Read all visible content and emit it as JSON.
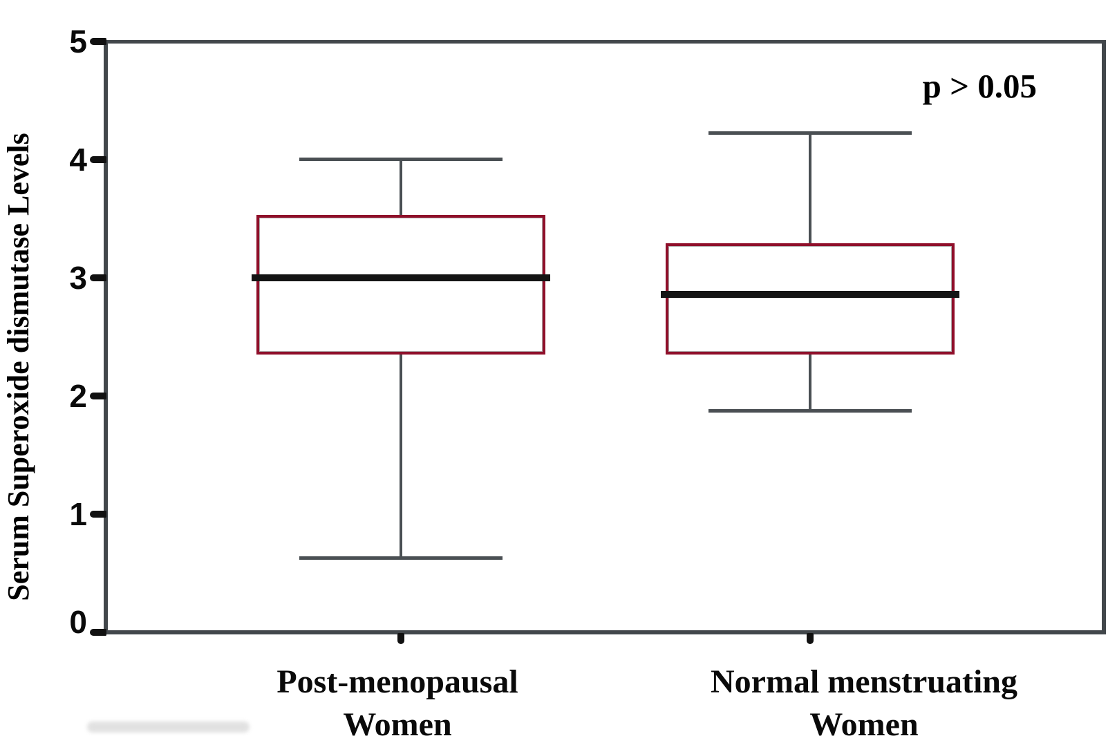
{
  "figure": {
    "p_annotation": "p > 0.05",
    "y_axis_title": "Serum Superoxide dismutase Levels"
  },
  "chart_data": {
    "type": "boxplot",
    "title": "",
    "xlabel": "",
    "ylabel": "Serum Superoxide dismutase Levels",
    "ylim": [
      0,
      5
    ],
    "yticks": [
      0,
      1,
      2,
      3,
      4,
      5
    ],
    "grid": false,
    "annotation": "p > 0.05",
    "annotation_position": "top-right",
    "categories": [
      "Post-menopausal Women",
      "Normal menstruating Women"
    ],
    "category_label_lines": [
      [
        "Post-menopausal",
        "Women"
      ],
      [
        "Normal menstruating",
        "Women"
      ]
    ],
    "series": [
      {
        "name": "Post-menopausal Women",
        "whisker_low": 0.63,
        "q1": 2.35,
        "median": 3.0,
        "q3": 3.53,
        "whisker_high": 4.0
      },
      {
        "name": "Normal menstruating Women",
        "whisker_low": 1.88,
        "q1": 2.35,
        "median": 2.86,
        "q3": 3.29,
        "whisker_high": 4.22
      }
    ],
    "styles": {
      "box_border_color": "#8f0f2a",
      "median_color": "#141414",
      "whisker_color": "#4a4f53",
      "frame_color": "#42474b",
      "tick_color": "#111111",
      "text_color": "#0a0a0a",
      "background": "#ffffff"
    }
  }
}
